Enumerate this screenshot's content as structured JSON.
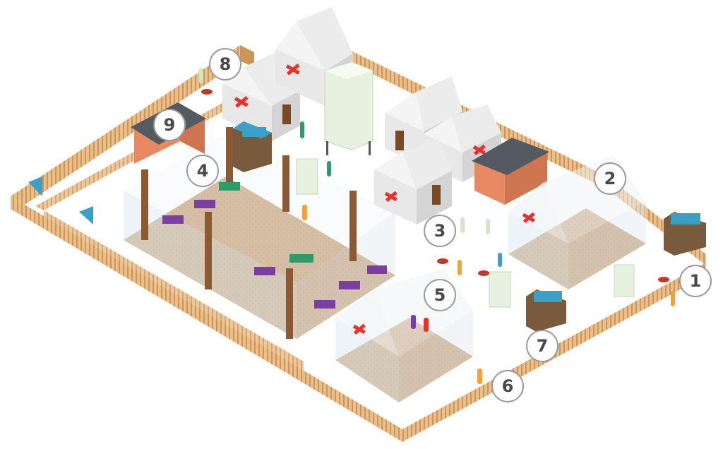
{
  "colors": {
    "fence": "#d9a56a",
    "fence_dark": "#b8844c",
    "ground": "#ffffff",
    "floor": "#c9a27a",
    "tent_wall": "#e6e6e6",
    "tent_roof": "#f2f2f2",
    "msf_red": "#e5322d",
    "door": "#7a4a26",
    "hut_wall": "#e58a62",
    "hut_roof": "#555a60",
    "glass": "#dfe9ee",
    "post": "#8b5a33",
    "latrine": "#3aa0c8",
    "water_tank": "#e7f1e0",
    "marker_border": "#9a9a9a",
    "marker_text": "#4a4a4a"
  },
  "icons": [
    "msf-logo-icon",
    "latrine-icon",
    "water-tank-icon",
    "patient-bed-icon",
    "person-icon",
    "handwash-icon"
  ],
  "markers": [
    {
      "number": "1",
      "name": "marker-1"
    },
    {
      "number": "2",
      "name": "marker-2"
    },
    {
      "number": "3",
      "name": "marker-3"
    },
    {
      "number": "4",
      "name": "marker-4"
    },
    {
      "number": "5",
      "name": "marker-5"
    },
    {
      "number": "6",
      "name": "marker-6"
    },
    {
      "number": "7",
      "name": "marker-7"
    },
    {
      "number": "8",
      "name": "marker-8"
    },
    {
      "number": "9",
      "name": "marker-9"
    }
  ]
}
